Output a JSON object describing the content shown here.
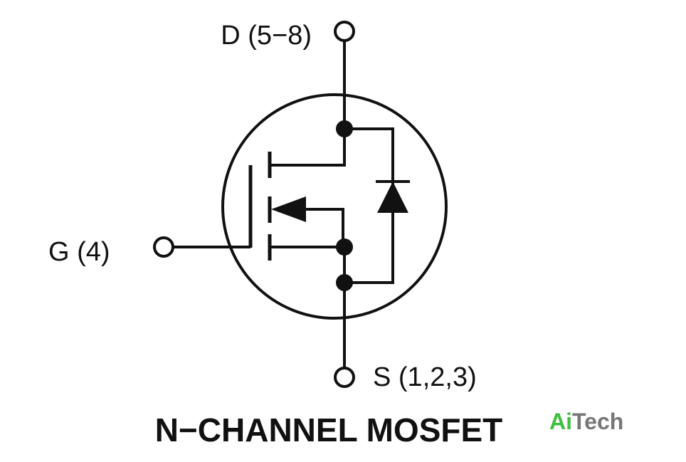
{
  "pins": {
    "drain": "D (5−8)",
    "gate": "G (4)",
    "source": "S (1,2,3)"
  },
  "title": "N−CHANNEL MOSFET",
  "logo": {
    "part1": "Ai",
    "part2": "Tech",
    "color1": "#3fbf3f",
    "color2": "#777777"
  },
  "colors": {
    "stroke": "#111111",
    "background": "#ffffff"
  }
}
